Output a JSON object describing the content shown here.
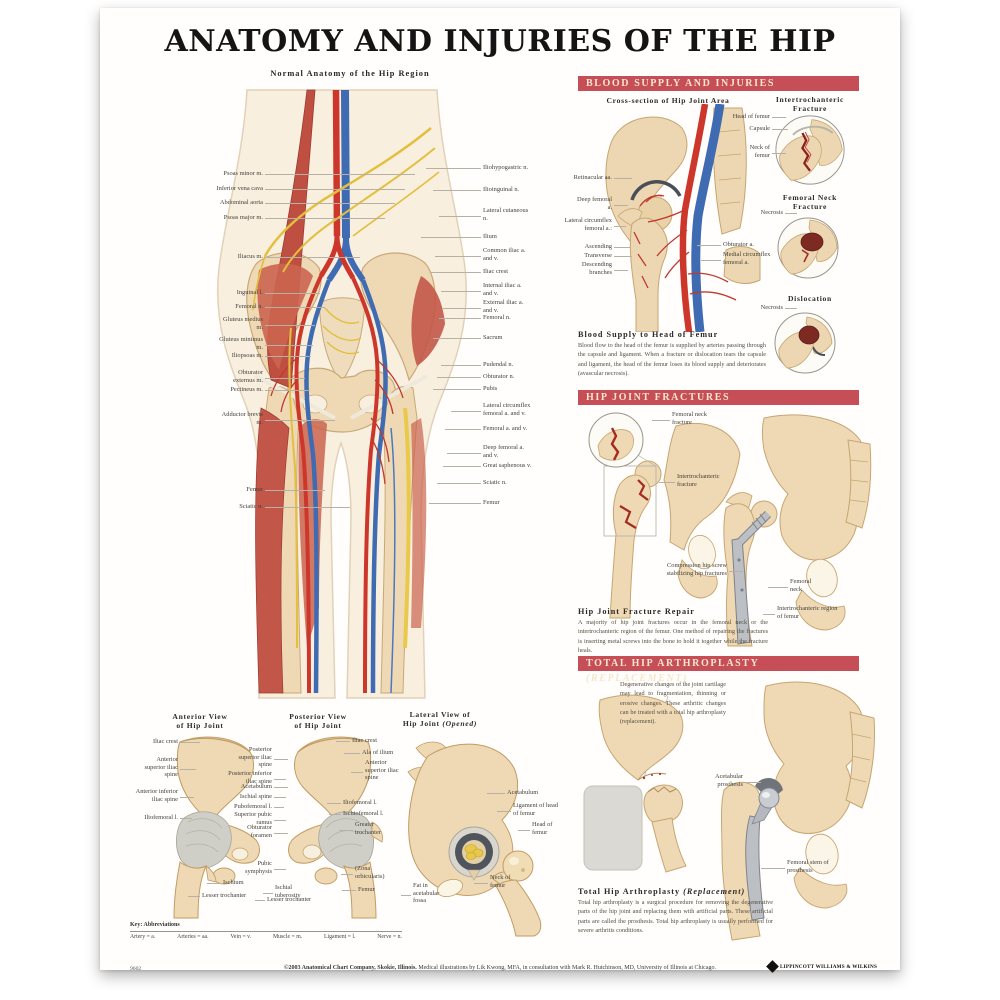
{
  "poster": {
    "title": "ANATOMY AND INJURIES OF THE HIP",
    "main_heading": "Normal Anatomy of the Hip Region"
  },
  "main_figure": {
    "left_labels": [
      "Psoas minor m.",
      "Inferior vena cava",
      "Abdominal aorta",
      "Psoas major m.",
      "Iliacus m.",
      "Inguinal l.",
      "Femoral n.",
      "Gluteus medius m.",
      "Gluteus minimus m.",
      "Iliopsoas m.",
      "Obturator externus m.",
      "Pectineus m.",
      "Adductor brevis m.",
      "Femur",
      "Sciatic n."
    ],
    "right_labels": [
      "Iliohypogastric n.",
      "Ilioinguinal n.",
      "Lateral cutaneous n.",
      "Ilium",
      "Common iliac a. and v.",
      "Iliac crest",
      "Internal iliac a. and v.",
      "External iliac a. and v.",
      "Femoral n.",
      "Sacrum",
      "Pudendal n.",
      "Obturator n.",
      "Pubis",
      "Lateral circumflex femoral a. and v.",
      "Femoral a. and v.",
      "Deep femoral a. and v.",
      "Great saphenous v.",
      "Sciatic n.",
      "Femur"
    ]
  },
  "blood_supply": {
    "banner": "BLOOD SUPPLY AND INJURIES",
    "cross_section_heading": "Cross-section of Hip Joint Area",
    "cross_labels_left": [
      "Retinacular aa.",
      "Deep femoral a.",
      "Lateral circumflex femoral a.:",
      "Ascending",
      "Transverse",
      "Descending branches"
    ],
    "cross_labels_right": [
      "Obturator a.",
      "Medial circumflex femoral a."
    ],
    "insets": {
      "a": {
        "t1": "Intertrochanteric",
        "t2": "Fracture",
        "l1": "Head of femur",
        "l2": "Capsule",
        "l3": "Neck of femur"
      },
      "b": {
        "t1": "Femoral Neck",
        "t2": "Fracture",
        "l1": "Necrosis"
      },
      "c": {
        "t1": "Dislocation",
        "l1": "Necrosis"
      }
    },
    "text_heading": "Blood Supply to Head of Femur",
    "text_body": "Blood flow to the head of the femur is supplied by arteries passing through the capsule and ligament. When a fracture or dislocation tears the capsule and ligament, the head of the femur loses its blood supply and deteriorates (avascular necrosis)."
  },
  "hip_fractures": {
    "banner": "HIP JOINT FRACTURES",
    "labels": [
      "Femoral neck fracture",
      "Intertrochanteric fracture",
      "Compression hip screw stabilizing hip fractures",
      "Femoral neck",
      "Intertrochanteric region of femur"
    ],
    "text_heading": "Hip Joint Fracture Repair",
    "text_body": "A majority of hip joint fractures occur in the femoral neck or the intertrochanteric region of the femur. One method of repairing the fractures is inserting metal screws into the bone to hold it together while the fracture heals."
  },
  "arthroplasty": {
    "banner": "TOTAL HIP ARTHROPLASTY ",
    "banner_italic": "(REPLACEMENT)",
    "intro": "Degenerative changes of the joint cartilage may lead to fragmentation, thinning or erosive changes. These arthritic changes can be treated with a total hip arthroplasty (replacement).",
    "labels": [
      "Acetabular prosthesis",
      "Femoral stem of prosthesis"
    ],
    "text_heading": "Total Hip Arthroplasty ",
    "text_heading_italic": "(Replacement)",
    "text_body": "Total hip arthroplasty is a surgical procedure for removing the degenerative parts of the hip joint and replacing them with artificial parts. These artificial parts are called the prosthesis. Total hip arthroplasty is usually performed for severe arthritis conditions."
  },
  "views": {
    "anterior": {
      "h1": "Anterior View",
      "h2": "of Hip Joint",
      "labels": [
        "Iliac crest",
        "Anterior superior iliac spine",
        "Anterior inferior iliac spine",
        "Iliofemoral l.",
        "Ischium",
        "Lesser trochanter"
      ]
    },
    "posterior": {
      "h1": "Posterior View",
      "h2": "of Hip Joint",
      "labels_left": [
        "Posterior superior iliac spine",
        "Posterior inferior iliac spine",
        "Acetabulum",
        "Ischial spine",
        "Pubofemoral l.",
        "Superior pubic ramus",
        "Obturator foramen",
        "Pubic symphysis",
        "Ischial tuberosity",
        "Lesser trochanter"
      ],
      "labels_right": [
        "Iliac crest",
        "Ala of ilium",
        "Anterior superior iliac spine",
        "Iliofemoral l.",
        "Ischiofemoral l.",
        "Greater trochanter",
        "(Zona orbicularis)",
        "Femur"
      ]
    },
    "lateral": {
      "h1": "Lateral View of",
      "h2": "Hip Joint ",
      "h2i": "(Opened)",
      "labels": [
        "Acetabulum",
        "Ligament of head of femur",
        "Head of femur",
        "Neck of femur",
        "Fat in acetabular fossa"
      ]
    }
  },
  "key": {
    "heading": "Key: Abbreviations",
    "items": [
      "Artery = a.",
      "Arteries = aa.",
      "Vein = v.",
      "Muscle = m.",
      "Ligament = l.",
      "Nerve = n."
    ]
  },
  "footer": {
    "item_number": "9602",
    "copyright_bold": "©2003 Anatomical Chart Company, Skokie, Illinois.",
    "copyright_rest": " Medical illustrations by Lik Kwong, MFA, in consultation with Mark R. Hutchinson, MD, University of Illinois at Chicago.",
    "publisher": "Lippincott Williams & Wilkins"
  },
  "colors": {
    "banner_red": "#c64e56",
    "bone": "#eed9b4",
    "artery": "#cd372b",
    "vein": "#3e6bb2",
    "nerve": "#e3bf3e"
  }
}
